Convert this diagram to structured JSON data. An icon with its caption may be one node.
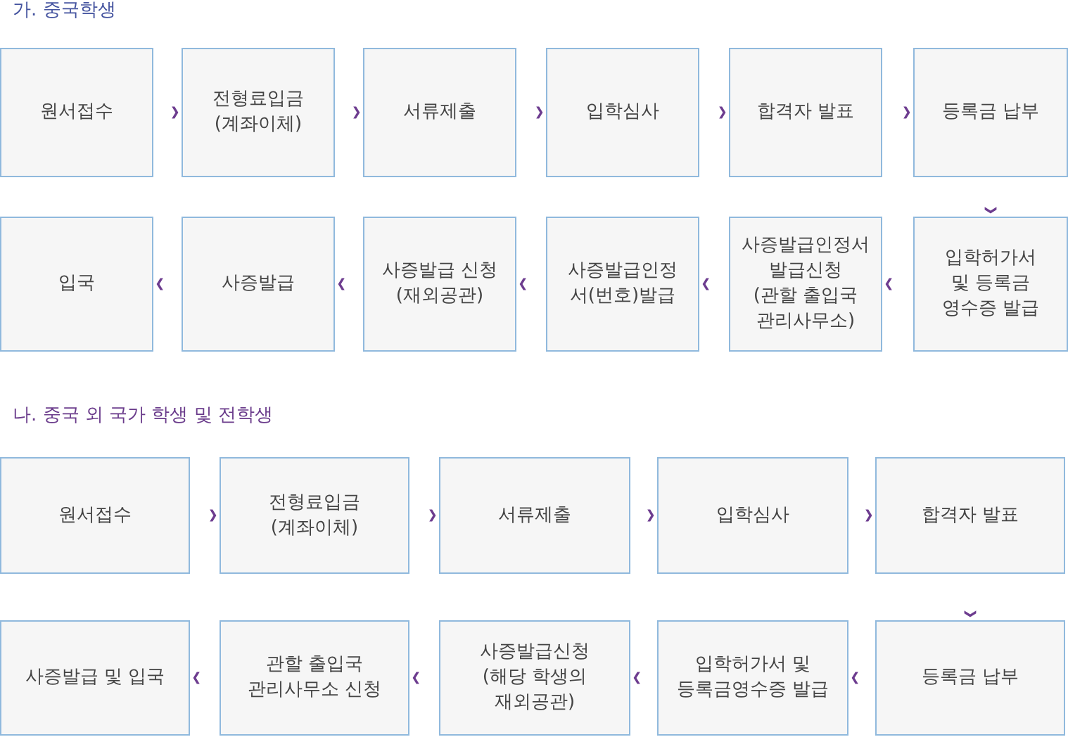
{
  "diagram": {
    "nodes": [
      {
        "text": [
          "원서접수"
        ]
      },
      {
        "text": [
          "전형료입금 (계좌이체)"
        ]
      },
      {
        "text": [
          "서류제출"
        ]
      },
      {
        "text": [
          "입학심사"
        ]
      },
      {
        "text": [
          "합격자 발표"
        ]
      },
      {
        "text": [
          "등록금 납부"
        ]
      },
      {
        "text": [
          "입국"
        ]
      },
      {
        "text": [
          "사증발급"
        ]
      },
      {
        "text": [
          "사증발급 신청 (재외공관)"
        ]
      },
      {
        "text": [
          "사증발급인정서(번호)발급"
        ]
      },
      {
        "text": [
          "사증발급인정서 발급신청 (관할 출입국 관리사무소)"
        ]
      },
      {
        "text": [
          "입학허가서 및 등록금 영수증 발급"
        ]
      },
      {
        "text": [
          "원서접수"
        ]
      },
      {
        "text": [
          "전형료입금 (계좌이체)"
        ]
      },
      {
        "text": [
          "서류제출"
        ]
      },
      {
        "text": [
          "입학심사"
        ]
      },
      {
        "text": [
          "합격자 발표"
        ]
      },
      {
        "text": [
          "사증발급 및 입국"
        ]
      },
      {
        "text": [
          "관할 출입국 관리사무소 신청"
        ]
      },
      {
        "text": [
          "사증발급신청 (해당 학생의 재외공관)"
        ]
      },
      {
        "text": [
          "입학허가서 및 등록금영수증 발급"
        ]
      },
      {
        "text": [
          "등록금 납부"
        ]
      }
    ],
    "edges": [
      {
        "from": 0,
        "to": 1,
        "arrow": "to"
      },
      {
        "from": 1,
        "to": 2,
        "arrow": "to"
      },
      {
        "from": 2,
        "to": 3,
        "arrow": "to"
      },
      {
        "from": 3,
        "to": 4,
        "arrow": "to"
      },
      {
        "from": 4,
        "to": 5,
        "arrow": "to"
      },
      {
        "from": 5,
        "to": 11,
        "arrow": "to"
      },
      {
        "from": 11,
        "to": 10,
        "arrow": "to"
      },
      {
        "from": 10,
        "to": 9,
        "arrow": "to"
      },
      {
        "from": 9,
        "to": 8,
        "arrow": "to"
      },
      {
        "from": 8,
        "to": 7,
        "arrow": "to"
      },
      {
        "from": 7,
        "to": 6,
        "arrow": "to"
      },
      {
        "from": 12,
        "to": 13,
        "arrow": "to"
      },
      {
        "from": 13,
        "to": 14,
        "arrow": "to"
      },
      {
        "from": 14,
        "to": 15,
        "arrow": "to"
      },
      {
        "from": 15,
        "to": 16,
        "arrow": "to"
      },
      {
        "from": 16,
        "to": 21,
        "arrow": "to"
      },
      {
        "from": 21,
        "to": 20,
        "arrow": "to"
      },
      {
        "from": 20,
        "to": 19,
        "arrow": "to"
      },
      {
        "from": 19,
        "to": 18,
        "arrow": "to"
      },
      {
        "from": 18,
        "to": 17,
        "arrow": "to"
      }
    ],
    "labels": [
      "가. 중국학생",
      "나. 중국 외 국가 학생 및 전학생"
    ]
  }
}
